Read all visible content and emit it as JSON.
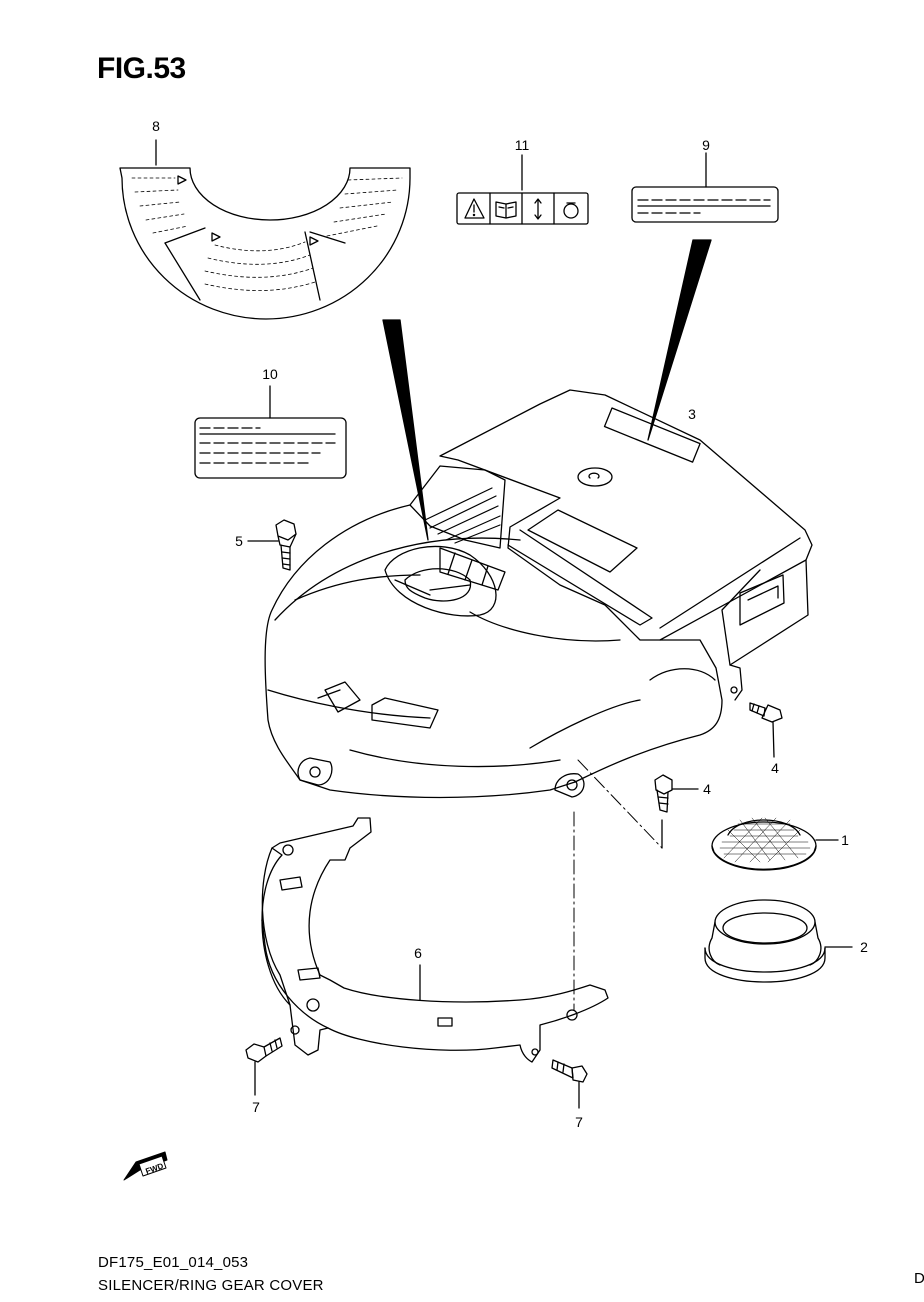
{
  "figure": {
    "title": "FIG.53"
  },
  "callouts": [
    {
      "id": "c1",
      "number": "1"
    },
    {
      "id": "c2",
      "number": "2"
    },
    {
      "id": "c3",
      "number": "3"
    },
    {
      "id": "c4a",
      "number": "4"
    },
    {
      "id": "c4b",
      "number": "4"
    },
    {
      "id": "c5",
      "number": "5"
    },
    {
      "id": "c6",
      "number": "6"
    },
    {
      "id": "c7a",
      "number": "7"
    },
    {
      "id": "c7b",
      "number": "7"
    },
    {
      "id": "c8",
      "number": "8"
    },
    {
      "id": "c9",
      "number": "9"
    },
    {
      "id": "c10",
      "number": "10"
    },
    {
      "id": "c11",
      "number": "11"
    }
  ],
  "fwd_badge": "FWD",
  "footer": {
    "code": "DF175_E01_014_053",
    "title": "SILENCER/RING GEAR COVER",
    "edge_mark": "D"
  },
  "icons": [
    "warning-icon",
    "manual-book-icon",
    "up-down-arrow-icon",
    "fuel-cap-icon"
  ]
}
